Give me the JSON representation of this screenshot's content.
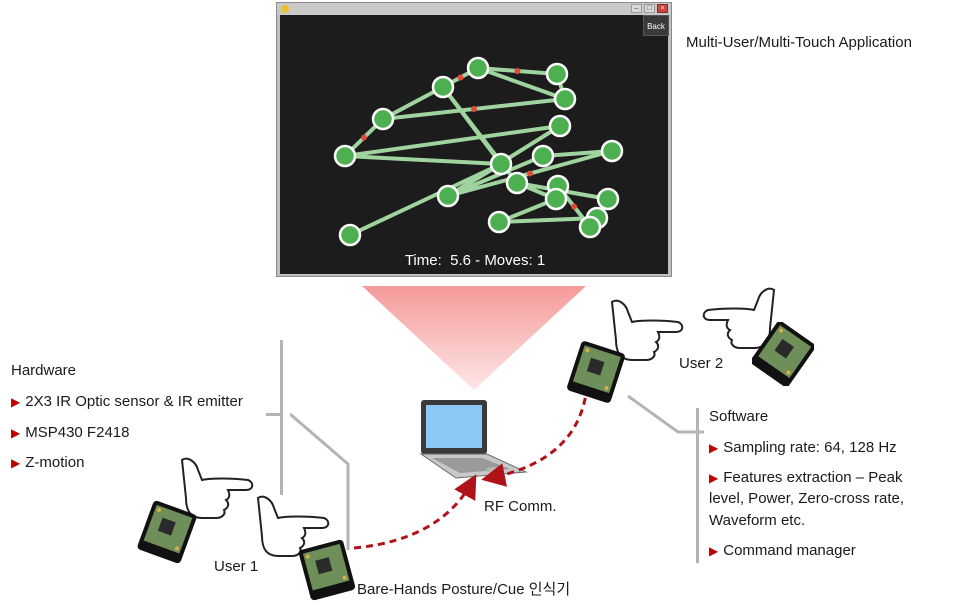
{
  "app": {
    "title": "Multi-User/Multi-Touch Application",
    "window_title": "",
    "back_label": "Back",
    "time_label": "Time:",
    "time_value": "5.6",
    "moves_label": "Moves:",
    "moves_value": "1",
    "status_text": "Time:  5.6 - Moves: 1"
  },
  "hardware": {
    "heading": "Hardware",
    "items": [
      "2X3 IR Optic sensor & IR emitter",
      "MSP430 F2418",
      "Z-motion"
    ]
  },
  "software": {
    "heading": "Software",
    "items": [
      "Sampling rate: 64, 128 Hz",
      "Features extraction – Peak",
      "level, Power, Zero-cross rate,",
      "Waveform etc.",
      "Command manager"
    ]
  },
  "labels": {
    "user1": "User 1",
    "user2": "User 2",
    "rf": "RF Comm.",
    "recognizer": "Bare-Hands Posture/Cue 인식기"
  },
  "colors": {
    "node": "#4caf50",
    "edge": "#9fd49f",
    "arrow": "#b0121a",
    "accent": "#c00000"
  },
  "icons": [
    "hand-pointing-icon",
    "sensor-board-icon",
    "laptop-icon"
  ]
}
